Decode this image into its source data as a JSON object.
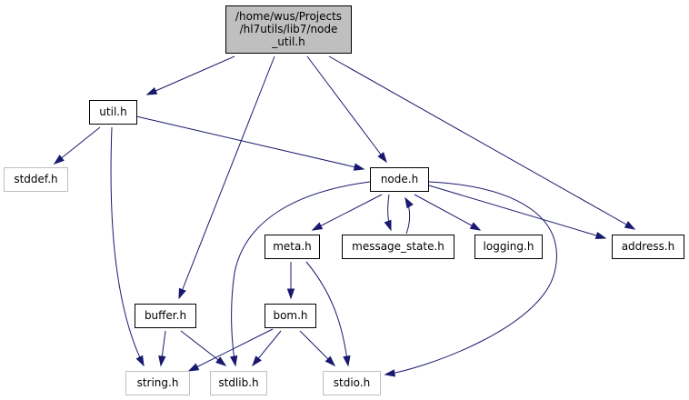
{
  "nodes": [
    {
      "id": "root",
      "lines": [
        "/home/wus/Projects",
        "/hl7utils/lib7/node",
        "_util.h"
      ],
      "kind": "root"
    },
    {
      "id": "util",
      "lines": [
        "util.h"
      ],
      "kind": "normal"
    },
    {
      "id": "stddef",
      "lines": [
        "stddef.h"
      ],
      "kind": "external"
    },
    {
      "id": "node",
      "lines": [
        "node.h"
      ],
      "kind": "normal"
    },
    {
      "id": "meta",
      "lines": [
        "meta.h"
      ],
      "kind": "normal"
    },
    {
      "id": "message_state",
      "lines": [
        "message_state.h"
      ],
      "kind": "normal"
    },
    {
      "id": "logging",
      "lines": [
        "logging.h"
      ],
      "kind": "normal"
    },
    {
      "id": "address",
      "lines": [
        "address.h"
      ],
      "kind": "normal"
    },
    {
      "id": "buffer",
      "lines": [
        "buffer.h"
      ],
      "kind": "normal"
    },
    {
      "id": "bom",
      "lines": [
        "bom.h"
      ],
      "kind": "normal"
    },
    {
      "id": "string",
      "lines": [
        "string.h"
      ],
      "kind": "external"
    },
    {
      "id": "stdlib",
      "lines": [
        "stdlib.h"
      ],
      "kind": "external"
    },
    {
      "id": "stdio",
      "lines": [
        "stdio.h"
      ],
      "kind": "external"
    }
  ],
  "edges": [
    {
      "from": "root",
      "to": "util"
    },
    {
      "from": "root",
      "to": "buffer"
    },
    {
      "from": "root",
      "to": "node"
    },
    {
      "from": "root",
      "to": "address"
    },
    {
      "from": "util",
      "to": "stddef"
    },
    {
      "from": "util",
      "to": "string"
    },
    {
      "from": "util",
      "to": "node"
    },
    {
      "from": "node",
      "to": "stdlib"
    },
    {
      "from": "node",
      "to": "meta"
    },
    {
      "from": "node",
      "to": "message_state"
    },
    {
      "from": "message_state",
      "to": "node"
    },
    {
      "from": "node",
      "to": "logging"
    },
    {
      "from": "node",
      "to": "address"
    },
    {
      "from": "node",
      "to": "stdio"
    },
    {
      "from": "meta",
      "to": "bom"
    },
    {
      "from": "meta",
      "to": "stdio"
    },
    {
      "from": "buffer",
      "to": "string"
    },
    {
      "from": "buffer",
      "to": "stdlib"
    },
    {
      "from": "bom",
      "to": "string"
    },
    {
      "from": "bom",
      "to": "stdlib"
    },
    {
      "from": "bom",
      "to": "stdio"
    }
  ],
  "colors": {
    "edge": "#191970",
    "root_fill": "#bfbfbf",
    "external_border": "#bfbfbf",
    "border": "#000000"
  }
}
